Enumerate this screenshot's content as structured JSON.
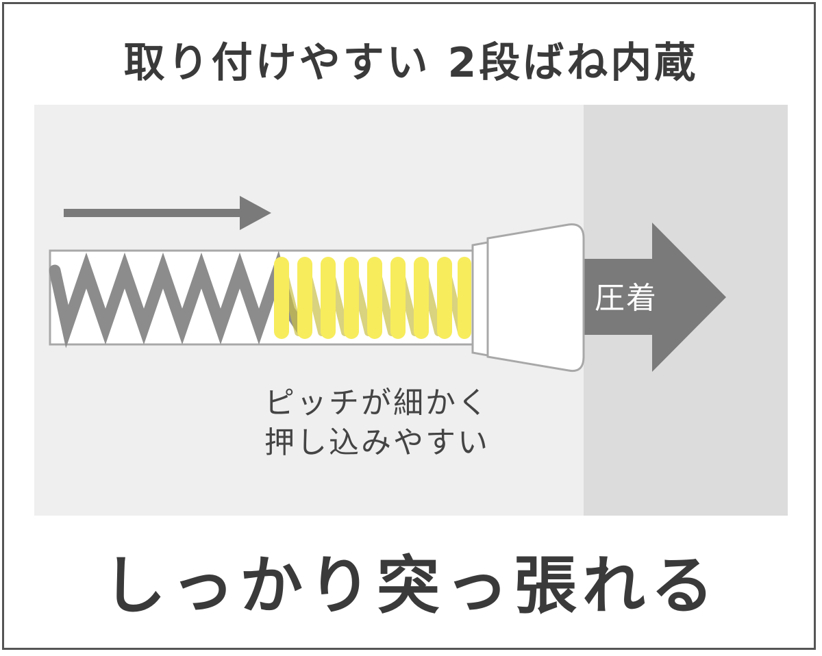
{
  "headline": "取り付けやすい 2段ばね内蔵",
  "wall_label": "圧着",
  "caption": {
    "line1": "ピッチが細かく",
    "line2": "押し込みやすい"
  },
  "bottom_headline": "しっかり突っ張れる",
  "colors": {
    "frame": "#555555",
    "panel_bg": "#efefef",
    "wall": "#dcdcdc",
    "arrow": "#7a7a7a",
    "spring_gray": "#8c8c8c",
    "spring_yellow": "#f7ec5c",
    "text": "#3a3a3a"
  }
}
